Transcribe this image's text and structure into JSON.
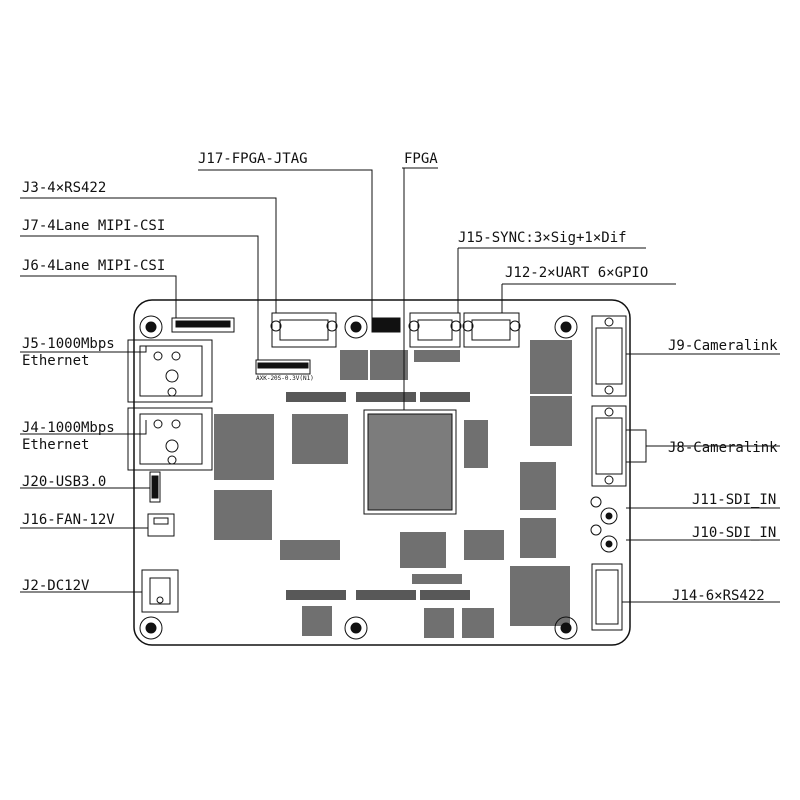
{
  "labels": {
    "j17": "J17-FPGA-JTAG",
    "fpga": "FPGA",
    "j3": "J3-4×RS422",
    "j7": "J7-4Lane MIPI-CSI",
    "j15": "J15-SYNC:3×Sig+1×Dif",
    "j6": "J6-4Lane MIPI-CSI",
    "j12": "J12-2×UART  6×GPIO",
    "j5_line1": "J5-1000Mbps",
    "j5_line2": "Ethernet",
    "j9": "J9-Cameralink",
    "j4_line1": "J4-1000Mbps",
    "j4_line2": "Ethernet",
    "j8": "J8-Cameralink",
    "j20": "J20-USB3.0",
    "j11": "J11-SDI_IN",
    "j16": "J16-FAN-12V",
    "j10": "J10-SDI_IN",
    "j2": "J2-DC12V",
    "j14": "J14-6×RS422"
  },
  "silkscreen": {
    "mipi_part": "AXK-20S-0.3V(N1)"
  },
  "colors": {
    "ink": "#111111",
    "board": "#ffffff"
  }
}
